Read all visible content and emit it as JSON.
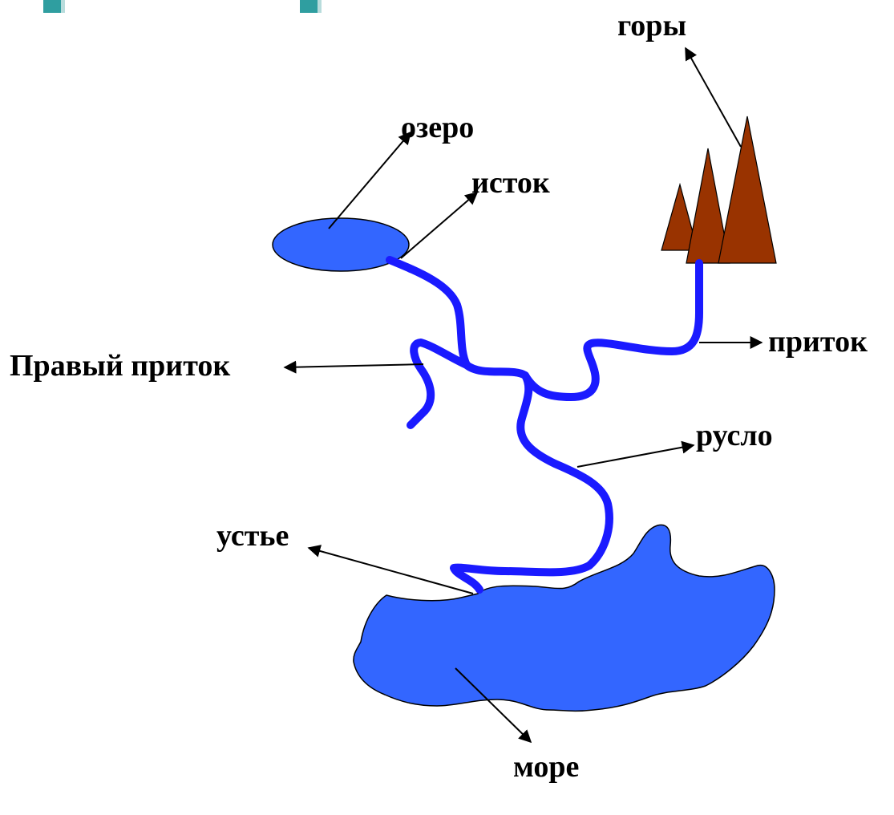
{
  "diagram": {
    "labels": {
      "mountains": "горы",
      "lake": "озеро",
      "source": "исток",
      "right_tributary": "Правый приток",
      "tributary": "приток",
      "riverbed": "русло",
      "mouth": "устье",
      "sea": "море"
    }
  },
  "colors": {
    "water": "#3366ff",
    "river": "#1a1aff",
    "mountain": "#993300",
    "accent_bars": "#2f9ea0",
    "text": "#000000"
  }
}
